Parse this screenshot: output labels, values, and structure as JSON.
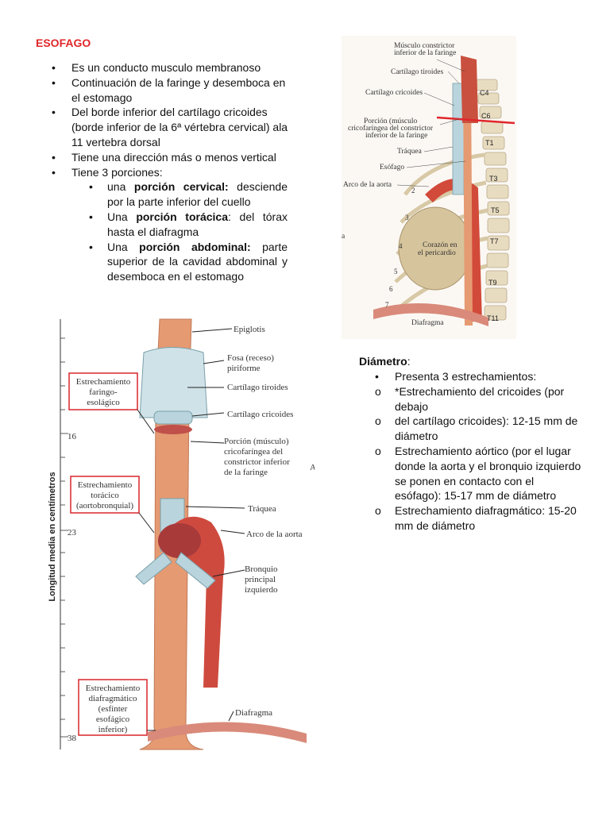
{
  "title": "ESOFAGO",
  "bullets": [
    "Es un conducto musculo membranoso",
    "Continuación de la faringe y desemboca en el estomago",
    "Del borde inferior del cartílago cricoides (borde inferior de la 6ª vértebra cervical) ala 11 vertebra dorsal",
    "Tiene una dirección más o menos vertical",
    "Tiene 3 porciones:"
  ],
  "portions": [
    {
      "pre": "una ",
      "bold": "porción cervical:",
      "post": " desciende por la parte inferior del cuello"
    },
    {
      "pre": "Una ",
      "bold": "porción torácica",
      "post": ": del tórax hasta el diafragma"
    },
    {
      "pre": "Una ",
      "bold": "porción abdominal:",
      "post": " parte superior de la cavidad abdominal y desemboca en el estomago"
    }
  ],
  "figure_top": {
    "labels": {
      "musculo": "Músculo constrictor",
      "musculo2": "inferior de la faringe",
      "tiroides": "Cartílago tiroides",
      "cricoides": "Cartílago cricoides",
      "porcion1": "Porción (músculo",
      "porcion2": "cricofaríngea del constrictor",
      "porcion3": "inferior de la faringe",
      "traquea": "Tráquea",
      "esofago": "Esófago",
      "arco": "Arco de la aorta",
      "corazon1": "Corazón en",
      "corazon2": "el pericardio",
      "diafragma": "Diafragma",
      "letter": "a"
    },
    "vertebrae": [
      "C4",
      "C6",
      "T1",
      "T3",
      "T5",
      "T7",
      "T9",
      "T11"
    ],
    "ribs": [
      "2",
      "3",
      "4",
      "5",
      "6",
      "7"
    ]
  },
  "figure_bottom": {
    "axis_label": "Longitud media en centímetros",
    "ticks": [
      "16",
      "23",
      "38"
    ],
    "boxes": {
      "faringo1": "Estrechamiento",
      "faringo2": "faringo-",
      "faringo3": "esolágico",
      "toracico1": "Estrechamiento",
      "toracico2": "torácico",
      "toracico3": "(aortobronquial)",
      "diafrag1": "Estrechamiento",
      "diafrag2": "diafragmático",
      "diafrag3": "(esfínter",
      "diafrag4": "esofágico",
      "diafrag5": "inferior)"
    },
    "labels": {
      "epiglotis": "Epiglotis",
      "fosa1": "Fosa (receso)",
      "fosa2": "piriforme",
      "tiroides": "Cartílago tiroides",
      "cricoides": "Cartílago cricoides",
      "porcion1": "Porción (músculo)",
      "porcion2": "cricofaríngea del",
      "porcion3": "constrictor inferior",
      "porcion4": "de la faringe",
      "traquea": "Tráquea",
      "arco": "Arco de la aorta",
      "bronquio1": "Bronquio",
      "bronquio2": "principal",
      "bronquio3": "izquierdo",
      "diafragma": "Diafragma",
      "letter": "A"
    }
  },
  "diametro": {
    "title": "Diámetro",
    "colon": ":",
    "items": [
      {
        "type": "bullet",
        "text": "Presenta 3 estrechamientos:"
      },
      {
        "type": "circle",
        "text": "*Estrechamiento del cricoides (por debajo"
      },
      {
        "type": "circle",
        "text": "del cartílago cricoides): 12-15 mm de diámetro"
      },
      {
        "type": "circle",
        "text": "Estrechamiento aórtico (por el lugar donde la aorta y el bronquio izquierdo se ponen en contacto con el esófago): 15-17 mm de diámetro"
      },
      {
        "type": "circle",
        "text": "Estrechamiento diafragmático: 15-20 mm de diámetro"
      }
    ]
  },
  "colors": {
    "title": "#e0272b",
    "box_border": "#d9262b",
    "esophagus": "#e59a72",
    "aorta": "#c9403a",
    "trachea": "#b9d4dc"
  }
}
